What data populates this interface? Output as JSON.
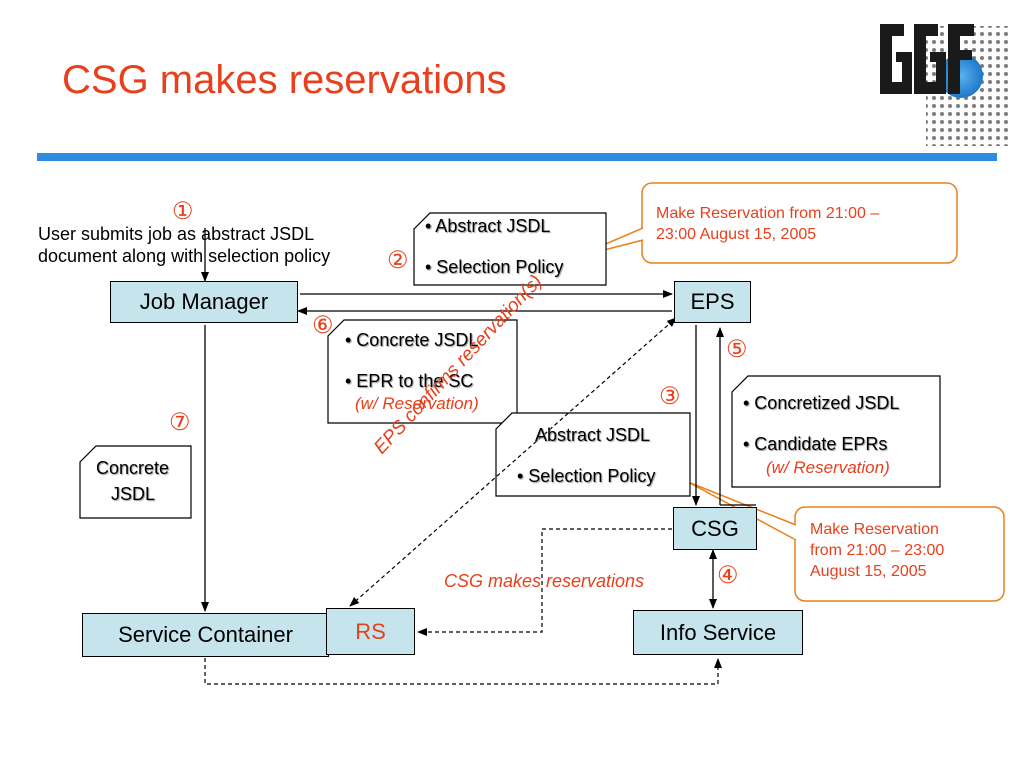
{
  "slide": {
    "title": "CSG makes reservations"
  },
  "steps": {
    "s1": "①",
    "s2": "②",
    "s3": "③",
    "s4": "④",
    "s5": "⑤",
    "s6": "⑥",
    "s7": "⑦"
  },
  "user_note": {
    "line1": "User submits job as abstract JSDL",
    "line2": "document along with selection policy"
  },
  "nodes": {
    "job_manager": "Job Manager",
    "eps": "EPS",
    "csg": "CSG",
    "service_container": "Service Container",
    "rs": "RS",
    "info_service": "Info Service"
  },
  "cards": {
    "step2": {
      "line1": "• Abstract JSDL",
      "line2": "• Selection Policy"
    },
    "step6": {
      "line1": "• Concrete JSDL",
      "line2": "• EPR to the SC",
      "line3": "(w/ Reservation)"
    },
    "step3": {
      "line1": "Abstract JSDL",
      "line2": "• Selection Policy"
    },
    "step5": {
      "line1": "• Concretized JSDL",
      "line2": "• Candidate EPRs",
      "line3": "(w/ Reservation)"
    },
    "step7": {
      "line1": "Concrete",
      "line2": "JSDL"
    }
  },
  "callouts": {
    "top": {
      "line1": "Make Reservation from 21:00 –",
      "line2": "23:00  August 15, 2005"
    },
    "right": {
      "line1": "Make Reservation",
      "line2": "from 21:00 – 23:00",
      "line3": "August 15, 2005"
    }
  },
  "annotations": {
    "eps_confirms": "EPS confirms reservation(s)",
    "csg_makes": "CSG makes reservations"
  },
  "colors": {
    "title": "#e8401c",
    "rule": "#2f8ce0",
    "box_fill": "#c6e4ec",
    "callout_border": "#e8821c"
  }
}
